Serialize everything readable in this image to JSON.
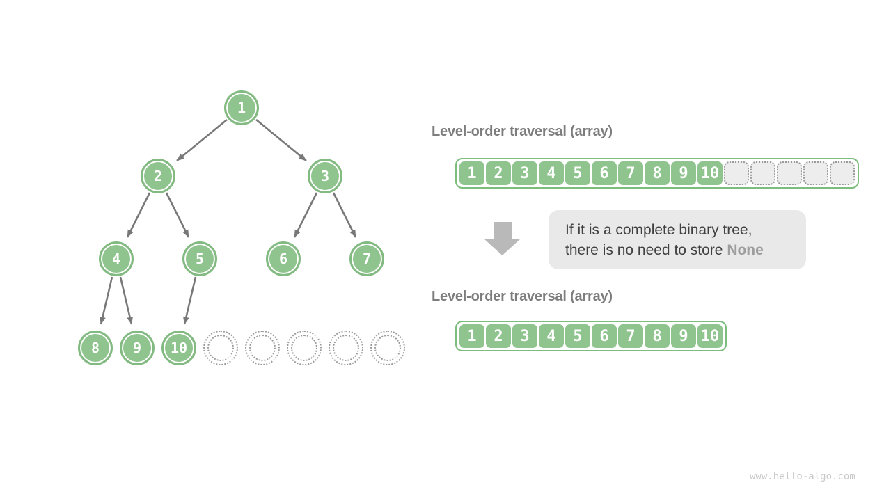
{
  "colors": {
    "node_fill_green": "#8FC48F",
    "node_border_green": "#82BA82",
    "array_border_green": "#7CBC7C",
    "empty_cell_bg": "#EDEDED",
    "dotted_gray": "#9B9B9B",
    "edge_gray": "#787878",
    "heading_gray": "#7D7D7D",
    "note_bg": "#E9E9E9",
    "note_text": "#404040",
    "none_gray": "#9E9E9E",
    "big_arrow_gray": "#B9B9B9",
    "watermark_gray": "#C9C9C9"
  },
  "tree": {
    "nodes": [
      "1",
      "2",
      "3",
      "4",
      "5",
      "6",
      "7",
      "8",
      "9",
      "10"
    ],
    "empty_slots": 5
  },
  "arrays": {
    "top": {
      "title": "Level-order traversal (array)",
      "cells": [
        "1",
        "2",
        "3",
        "4",
        "5",
        "6",
        "7",
        "8",
        "9",
        "10"
      ],
      "empty_cells": 5
    },
    "bottom": {
      "title": "Level-order traversal (array)",
      "cells": [
        "1",
        "2",
        "3",
        "4",
        "5",
        "6",
        "7",
        "8",
        "9",
        "10"
      ]
    }
  },
  "note": {
    "line1": "If it is a complete binary tree,",
    "line2_prefix": "there is no need to store ",
    "highlight": "None"
  },
  "watermark": "www.hello-algo.com"
}
